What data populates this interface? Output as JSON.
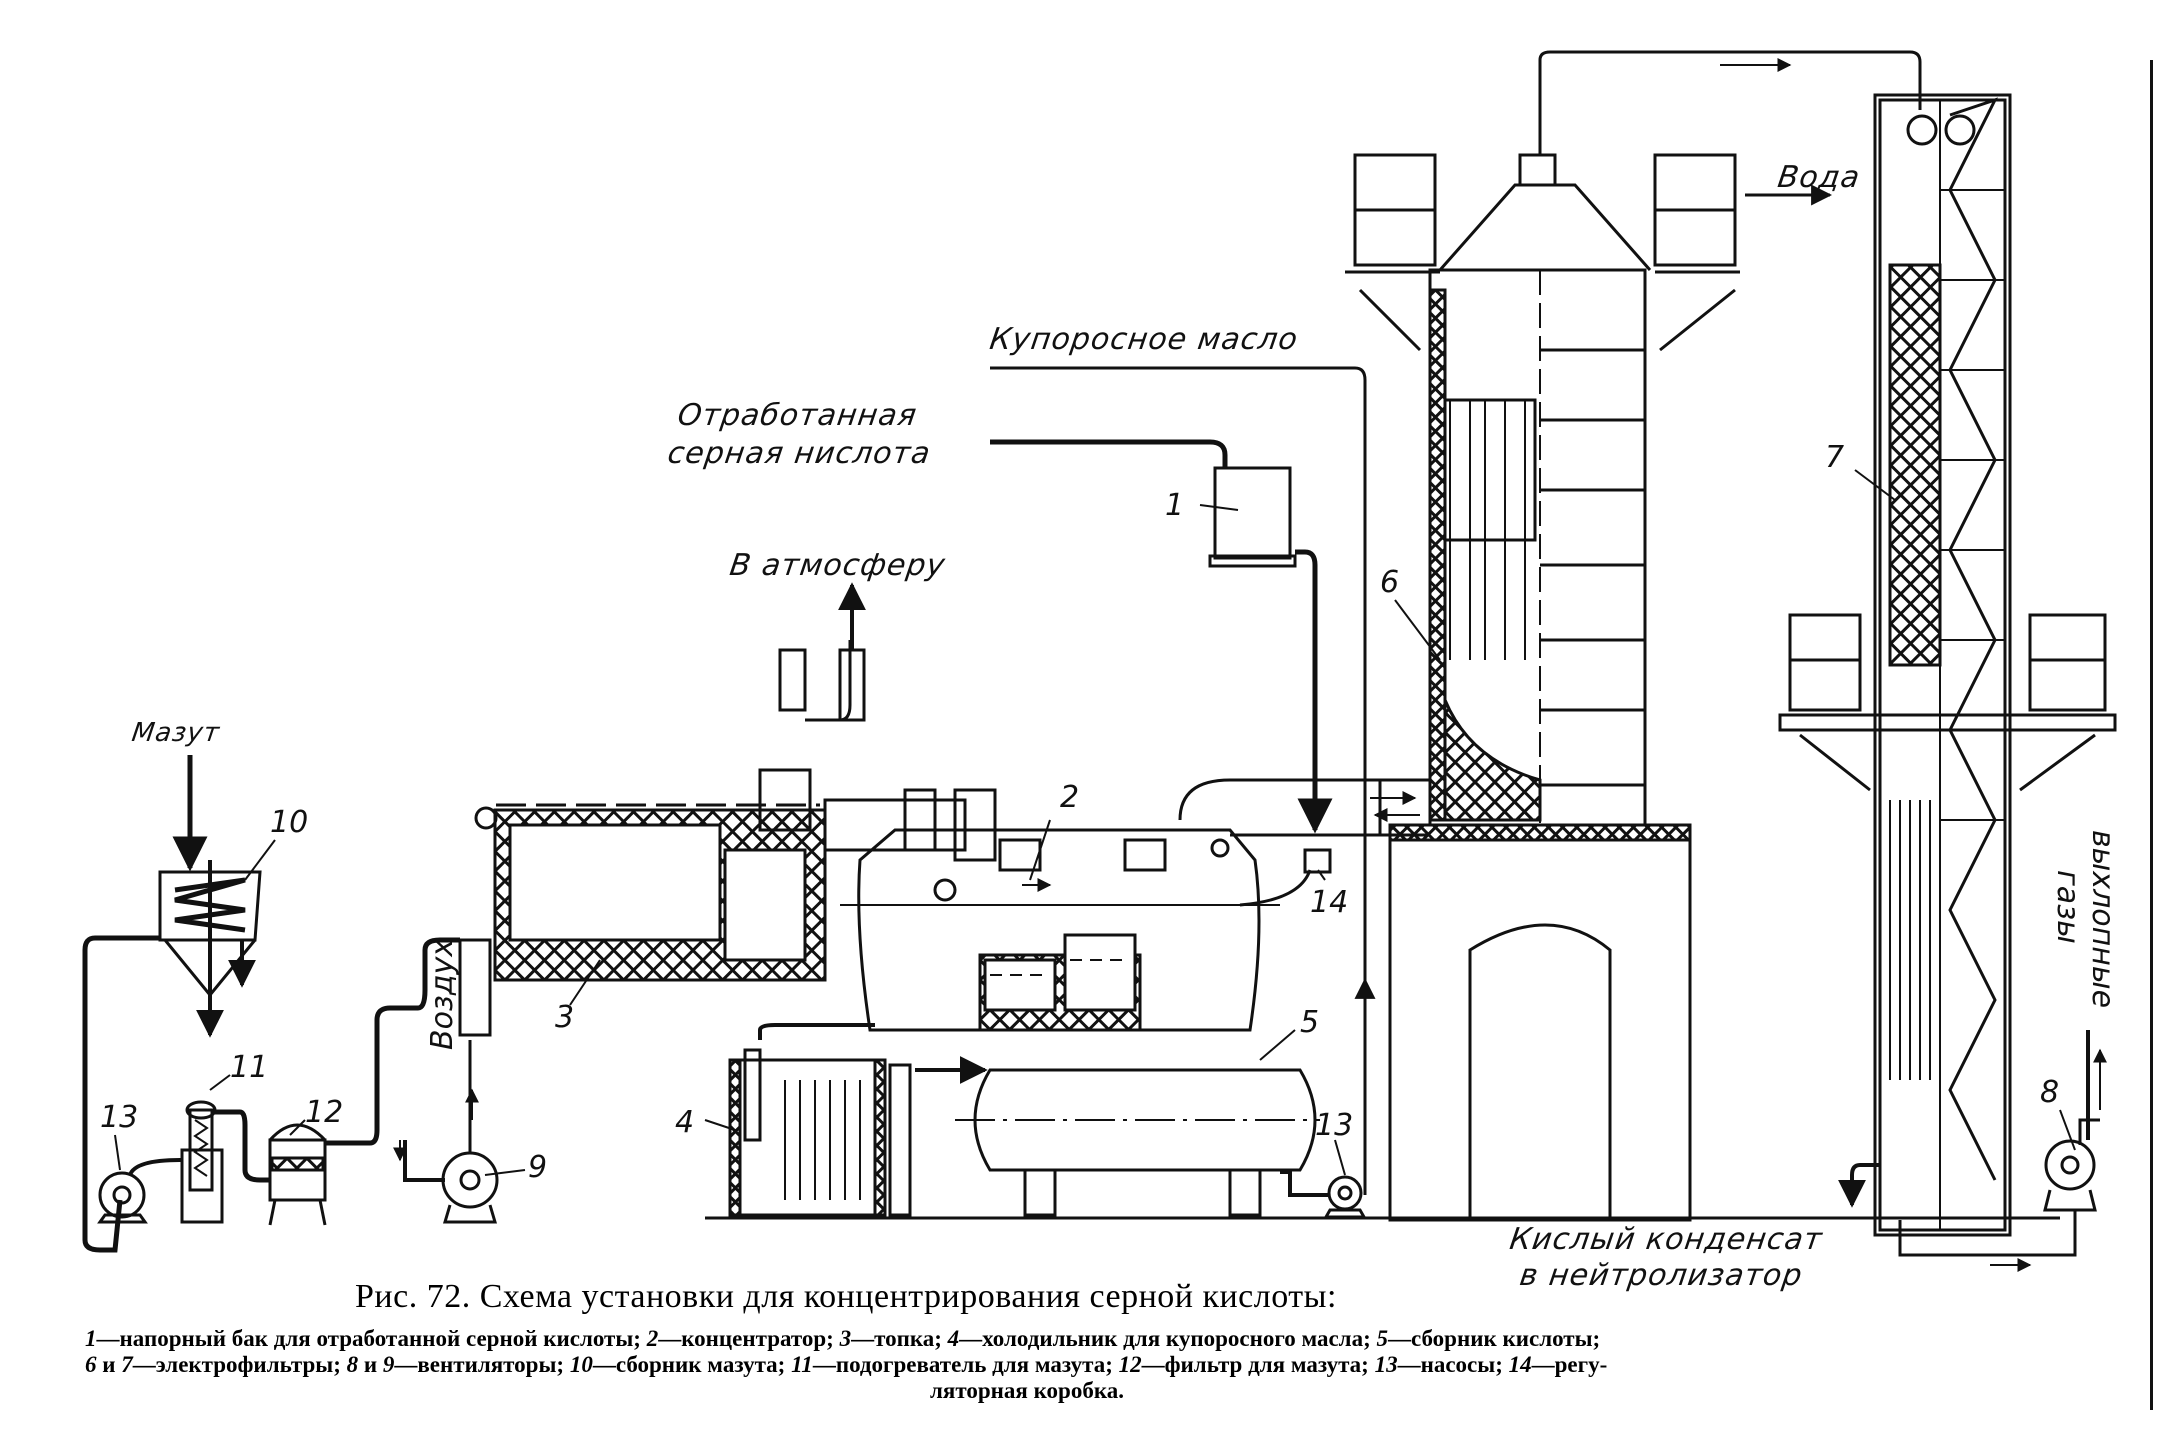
{
  "figure": {
    "title": "Рис. 72. Схема установки для концентрирования серной кислоты:",
    "legend_lines": [
      [
        {
          "n": "1",
          "t": "—напорный бак для отработанной серной кислоты; "
        },
        {
          "n": "2",
          "t": "—концентратор; "
        },
        {
          "n": "3",
          "t": "—топка; "
        },
        {
          "n": "4",
          "t": "—холодильник для купоросного масла; "
        },
        {
          "n": "5",
          "t": "—сборник кислоты;"
        }
      ],
      [
        {
          "n": "6",
          "t": " и "
        },
        {
          "n": "7",
          "t": "—электрофильтры; "
        },
        {
          "n": "8",
          "t": " и "
        },
        {
          "n": "9",
          "t": "—вентиляторы; "
        },
        {
          "n": "10",
          "t": "—сборник мазута; "
        },
        {
          "n": "11",
          "t": "—подогреватель для мазута; "
        },
        {
          "n": "12",
          "t": "—фильтр для мазута; "
        },
        {
          "n": "13",
          "t": "—насосы; "
        },
        {
          "n": "14",
          "t": "—регу-"
        }
      ],
      [
        {
          "n": "",
          "t": "ляторная коробка."
        }
      ]
    ]
  },
  "flow_labels": {
    "vitriol_oil": "Купоросное масло",
    "spent_acid_line1": "Отработанная",
    "spent_acid_line2": "серная нислота",
    "to_atmosphere": "В атмосферу",
    "fuel_oil": "Мазут",
    "air": "Воздух",
    "water": "Вода",
    "condensate_line1": "Кислый конденсат",
    "condensate_line2": "в нейтролизатор",
    "exhaust_line1": "выхлопные",
    "exhaust_line2": "газы"
  },
  "component_numbers": {
    "pressure_tank": "1",
    "concentrator": "2",
    "furnace": "3",
    "cooler": "4",
    "acid_collector": "5",
    "electrofilter_a": "6",
    "electrofilter_b": "7",
    "fan_a": "8",
    "fan_b": "9",
    "fuel_collector": "10",
    "fuel_heater": "11",
    "fuel_filter": "12",
    "pump_left": "13",
    "pump_right": "13",
    "regulator_box": "14"
  }
}
